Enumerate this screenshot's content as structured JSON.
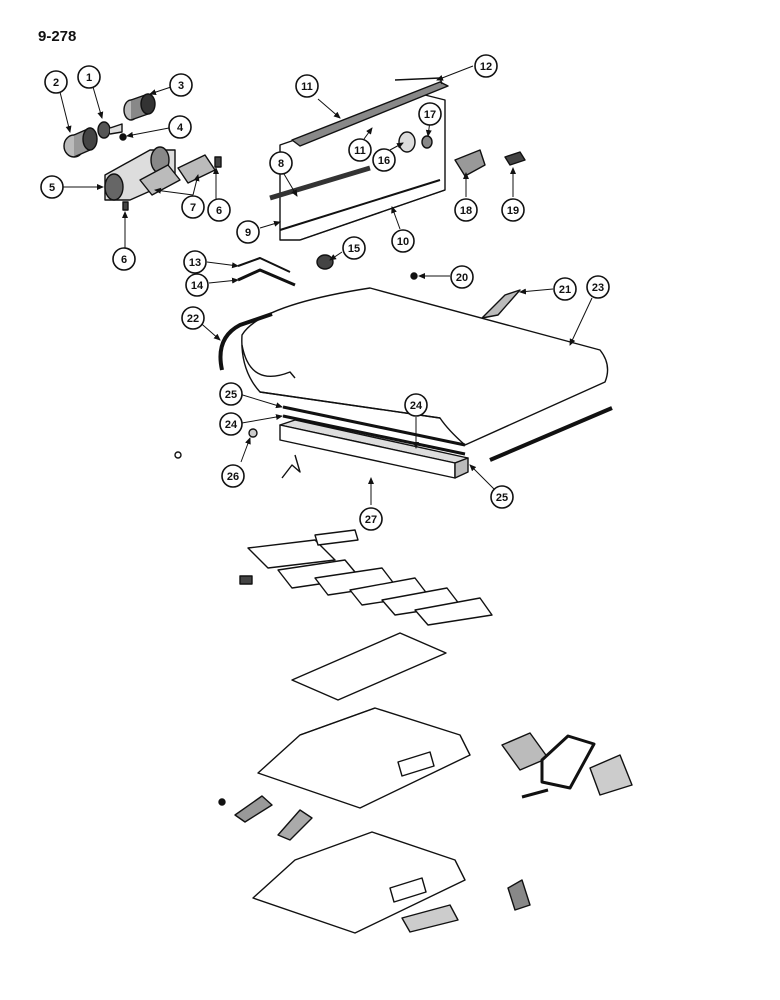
{
  "page": {
    "number": "9-278"
  },
  "callouts": [
    {
      "id": "c1",
      "label": "1"
    },
    {
      "id": "c2",
      "label": "2"
    },
    {
      "id": "c3",
      "label": "3"
    },
    {
      "id": "c4",
      "label": "4"
    },
    {
      "id": "c5",
      "label": "5"
    },
    {
      "id": "c6a",
      "label": "6"
    },
    {
      "id": "c6b",
      "label": "6"
    },
    {
      "id": "c7",
      "label": "7"
    },
    {
      "id": "c8",
      "label": "8"
    },
    {
      "id": "c9",
      "label": "9"
    },
    {
      "id": "c10",
      "label": "10"
    },
    {
      "id": "c11a",
      "label": "11"
    },
    {
      "id": "c11b",
      "label": "11"
    },
    {
      "id": "c12",
      "label": "12"
    },
    {
      "id": "c13",
      "label": "13"
    },
    {
      "id": "c14",
      "label": "14"
    },
    {
      "id": "c15",
      "label": "15"
    },
    {
      "id": "c16",
      "label": "16"
    },
    {
      "id": "c17",
      "label": "17"
    },
    {
      "id": "c18",
      "label": "18"
    },
    {
      "id": "c19",
      "label": "19"
    },
    {
      "id": "c20",
      "label": "20"
    },
    {
      "id": "c21",
      "label": "21"
    },
    {
      "id": "c22",
      "label": "22"
    },
    {
      "id": "c23",
      "label": "23"
    },
    {
      "id": "c24a",
      "label": "24"
    },
    {
      "id": "c24b",
      "label": "24"
    },
    {
      "id": "c25a",
      "label": "25"
    },
    {
      "id": "c25b",
      "label": "25"
    },
    {
      "id": "c26",
      "label": "26"
    },
    {
      "id": "c27",
      "label": "27"
    }
  ]
}
